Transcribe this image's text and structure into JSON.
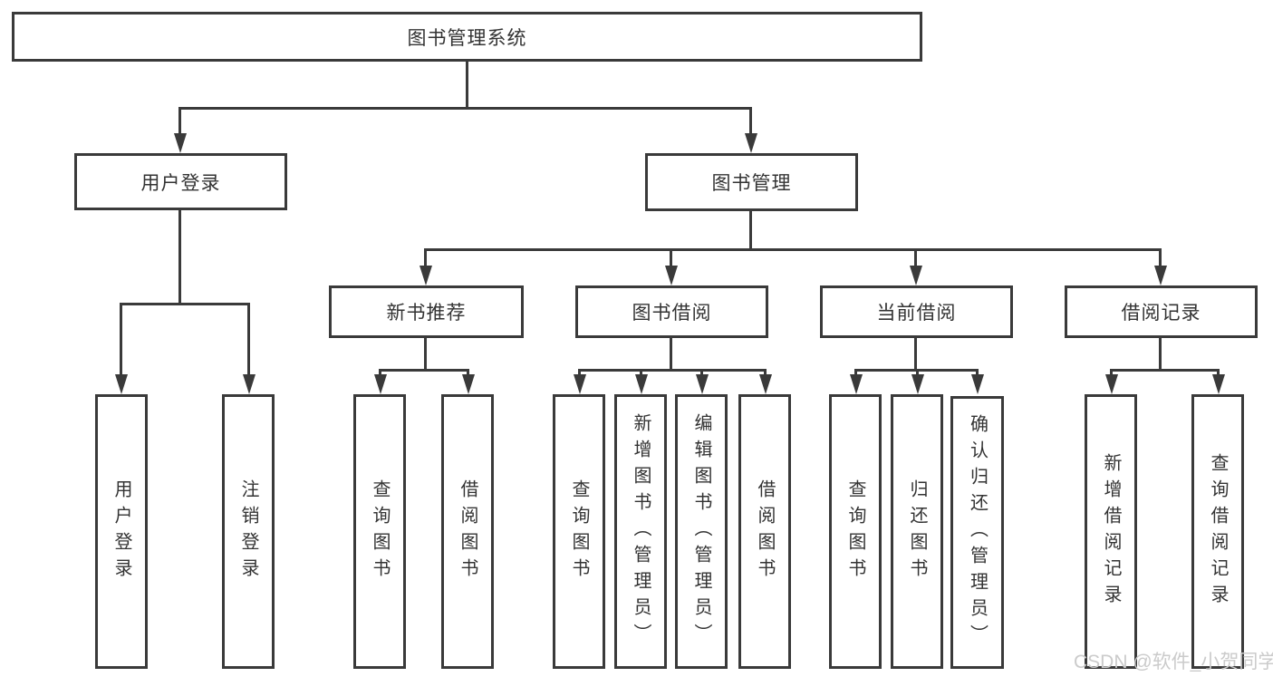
{
  "diagram": {
    "root": {
      "label": "图书管理系统"
    },
    "branches": [
      {
        "label": "用户登录",
        "children": [
          {
            "label": "用户登录"
          },
          {
            "label": "注销登录"
          }
        ]
      },
      {
        "label": "图书管理",
        "children": [
          {
            "label": "新书推荐",
            "children": [
              {
                "label": "查询图书"
              },
              {
                "label": "借阅图书"
              }
            ]
          },
          {
            "label": "图书借阅",
            "children": [
              {
                "label": "查询图书"
              },
              {
                "label": "新增图书（管理员）"
              },
              {
                "label": "编辑图书（管理员）"
              },
              {
                "label": "借阅图书"
              }
            ]
          },
          {
            "label": "当前借阅",
            "children": [
              {
                "label": "查询图书"
              },
              {
                "label": "归还图书"
              },
              {
                "label": "确认归还（管理员）"
              }
            ]
          },
          {
            "label": "借阅记录",
            "children": [
              {
                "label": "新增借阅记录"
              },
              {
                "label": "查询借阅记录"
              }
            ]
          }
        ]
      }
    ]
  },
  "watermark": {
    "text": "CSDN @软件_小贺同学"
  },
  "colors": {
    "line": "#3a3a3a",
    "box_border": "#3a3a3a",
    "text": "#333333",
    "background": "#ffffff",
    "watermark": "#cbcbcb"
  }
}
